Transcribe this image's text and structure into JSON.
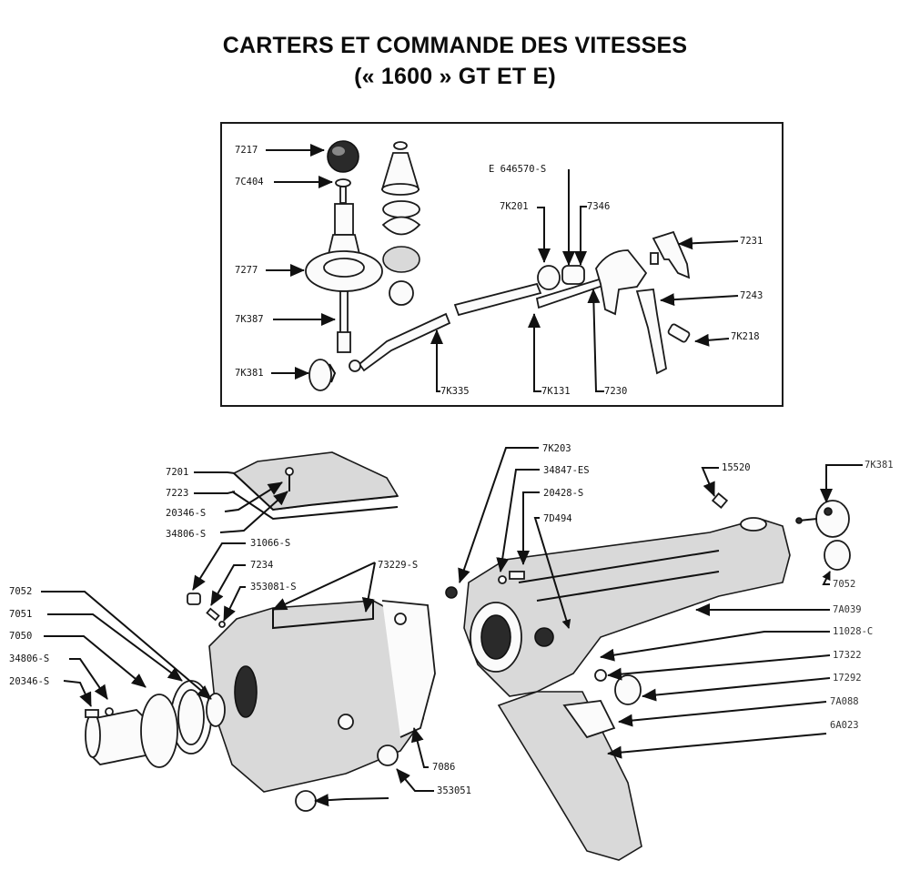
{
  "title": {
    "line1": "CARTERS ET COMMANDE DES VITESSES",
    "line2": "(« 1600 » GT ET E)"
  },
  "inset_labels": {
    "knob": "7217",
    "knob_nut": "7C404",
    "gaiter_boot": "7277",
    "lever": "7K387",
    "retainer": "7K381",
    "shift_rod": "7K335",
    "rod_end": "7K131",
    "selector_shaft": "7230",
    "clip": "7K201",
    "spring_pin": "E 646570-S",
    "collar": "7346",
    "fork_upper": "7231",
    "fork_lower": "7243",
    "fork_pin": "7K218"
  },
  "lower_left_labels": {
    "cover": "7201",
    "cover_gasket": "7223",
    "cover_bolt": "20346-S",
    "cover_washer": "34806-S",
    "plug": "31066-S",
    "spring": "7234",
    "ball": "353081-S",
    "dowel": "73229-S",
    "extension_seal": "7052",
    "bearing_retainer_gasket": "7051",
    "bearing_retainer": "7050",
    "retainer_washer": "34806-S",
    "retainer_bolt": "20346-S",
    "case_gasket": "7086",
    "drain_plug": "353051"
  },
  "lower_right_labels": {
    "bolt_7k203": "7K203",
    "washer": "34847-ES",
    "bolt_20428": "20428-S",
    "stud": "7D494",
    "breather": "15520",
    "cap": "7K381",
    "rear_seal": "7052",
    "extension_housing": "7A039",
    "item_a": "11028-C",
    "item_b": "17322",
    "item_c": "17292",
    "item_d": "7A088",
    "item_e": "6A023"
  }
}
